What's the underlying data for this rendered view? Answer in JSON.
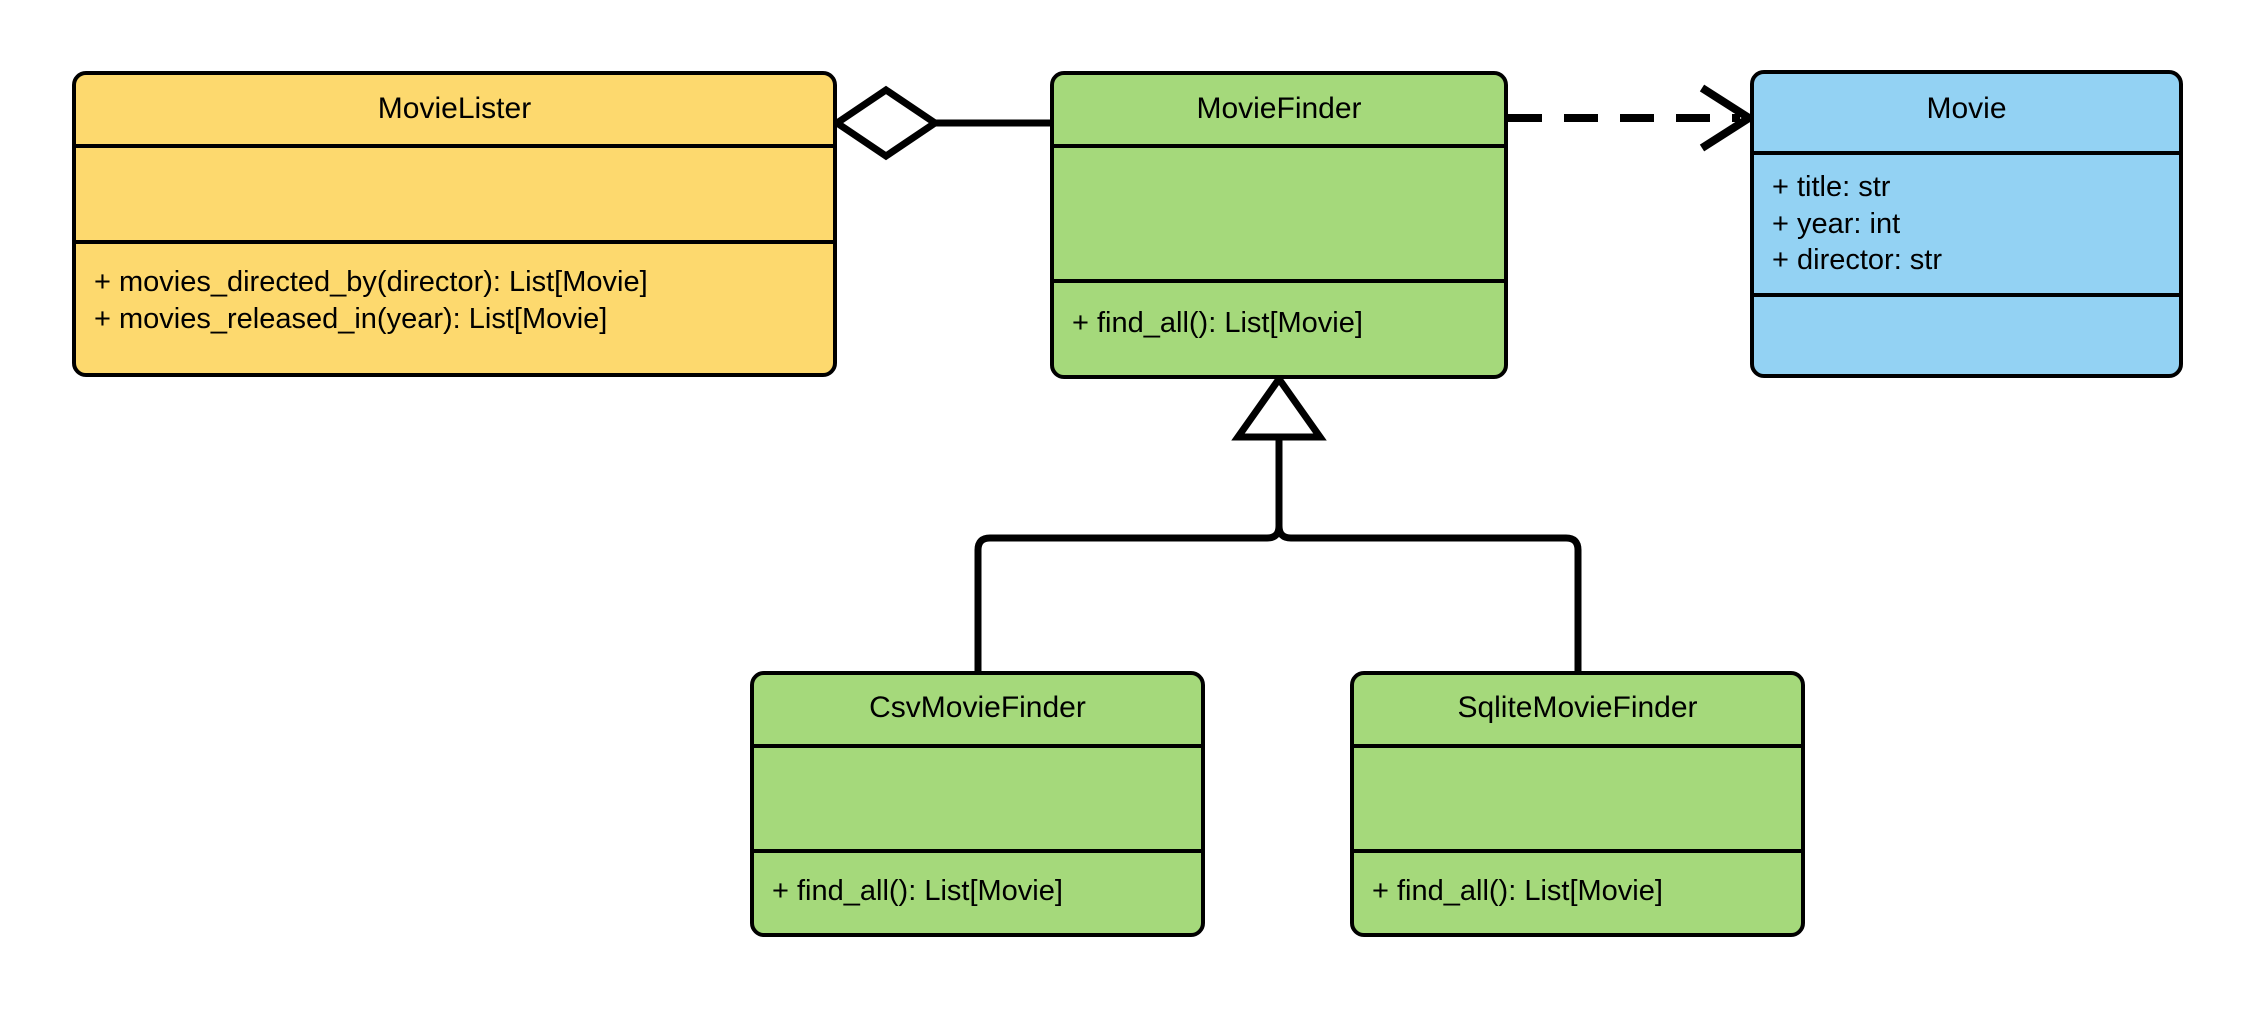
{
  "diagram": {
    "kind": "uml-class-diagram",
    "background": "#ffffff",
    "line_color": "#000000"
  },
  "palette": {
    "yellow": "#FDD96E",
    "green": "#A5D97B",
    "blue": "#93D2F3",
    "outline": "#000000",
    "fill_white": "#FFFFFF"
  },
  "classes": {
    "movielister": {
      "name": "MovieLister",
      "color": "#FDD96E",
      "attributes": [],
      "methods": [
        "+ movies_directed_by(director): List[Movie]",
        "+ movies_released_in(year): List[Movie]"
      ]
    },
    "moviefinder": {
      "name": "MovieFinder",
      "color": "#A5D97B",
      "attributes": [],
      "methods": [
        "+ find_all(): List[Movie]"
      ]
    },
    "movie": {
      "name": "Movie",
      "color": "#93D2F3",
      "attributes": [
        "+ title: str",
        "+ year: int",
        "+ director: str"
      ],
      "methods": []
    },
    "csvmoviefinder": {
      "name": "CsvMovieFinder",
      "color": "#A5D97B",
      "attributes": [],
      "methods": [
        "+ find_all(): List[Movie]"
      ]
    },
    "sqlitemoviefinder": {
      "name": "SqliteMovieFinder",
      "color": "#A5D97B",
      "attributes": [],
      "methods": [
        "+ find_all(): List[Movie]"
      ]
    }
  },
  "relationships": [
    {
      "id": "aggregation-movielister-moviefinder",
      "type": "aggregation",
      "from": "MovieLister",
      "to": "MovieFinder",
      "marker": "hollow-diamond",
      "line": "solid"
    },
    {
      "id": "dependency-moviefinder-movie",
      "type": "dependency",
      "from": "MovieFinder",
      "to": "Movie",
      "marker": "open-arrow",
      "line": "dashed"
    },
    {
      "id": "generalization-csvmoviefinder-moviefinder",
      "type": "generalization",
      "from": "CsvMovieFinder",
      "to": "MovieFinder",
      "marker": "hollow-triangle",
      "line": "solid"
    },
    {
      "id": "generalization-sqlitemoviefinder-moviefinder",
      "type": "generalization",
      "from": "SqliteMovieFinder",
      "to": "MovieFinder",
      "marker": "hollow-triangle",
      "line": "solid"
    }
  ]
}
